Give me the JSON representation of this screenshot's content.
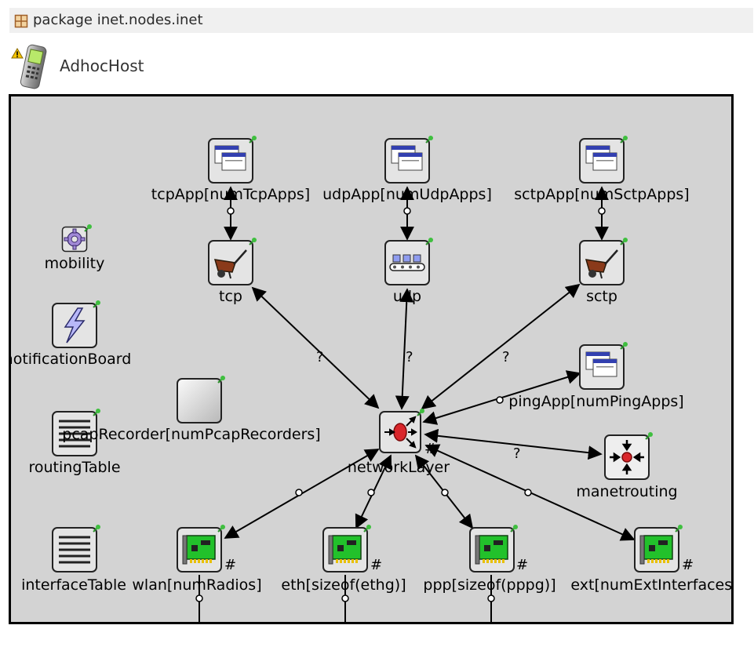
{
  "package_bar": {
    "label": "package inet.nodes.inet",
    "icon": "package-icon"
  },
  "module": {
    "title": "AdhocHost",
    "icon": "mobile-phone-icon",
    "status_icon": "warning-icon"
  },
  "colors": {
    "canvas": "#d3d3d3",
    "border": "#000000",
    "nic_green": "#22c12b",
    "router_red": "#d9262b"
  },
  "submodules": [
    {
      "id": "tcpApp",
      "label": "tcpApp[numTcpApps]",
      "icon": "application-window-icon"
    },
    {
      "id": "udpApp",
      "label": "udpApp[numUdpApps]",
      "icon": "application-window-icon"
    },
    {
      "id": "sctpApp",
      "label": "sctpApp[numSctpApps]",
      "icon": "application-window-icon"
    },
    {
      "id": "mobility",
      "label": "mobility",
      "icon": "gear-icon"
    },
    {
      "id": "tcp",
      "label": "tcp",
      "icon": "wheelbarrow-icon"
    },
    {
      "id": "udp",
      "label": "udp",
      "icon": "conveyor-icon"
    },
    {
      "id": "sctp",
      "label": "sctp",
      "icon": "wheelbarrow-icon"
    },
    {
      "id": "notificationBoard",
      "label": "notificationBoard",
      "icon": "lightning-board-icon"
    },
    {
      "id": "pingApp",
      "label": "pingApp[numPingApps]",
      "icon": "application-window-icon"
    },
    {
      "id": "pcapRecorder",
      "label": "pcapRecorder[numPcapRecorders]",
      "icon": "blank-box-icon"
    },
    {
      "id": "routingTable",
      "label": "routingTable",
      "icon": "table-icon"
    },
    {
      "id": "networkLayer",
      "label": "networkLayer",
      "icon": "network-layer-icon"
    },
    {
      "id": "manetrouting",
      "label": "manetrouting",
      "icon": "router-icon"
    },
    {
      "id": "interfaceTable",
      "label": "interfaceTable",
      "icon": "table-icon"
    },
    {
      "id": "wlan",
      "label": "wlan[numRadios]",
      "icon": "network-card-icon"
    },
    {
      "id": "eth",
      "label": "eth[sizeof(ethg)]",
      "icon": "network-card-icon"
    },
    {
      "id": "ppp",
      "label": "ppp[sizeof(pppg)]",
      "icon": "network-card-icon"
    },
    {
      "id": "ext",
      "label": "ext[numExtInterfaces]",
      "icon": "network-card-icon"
    }
  ],
  "markers": {
    "vector": "#",
    "conditional": "?"
  }
}
